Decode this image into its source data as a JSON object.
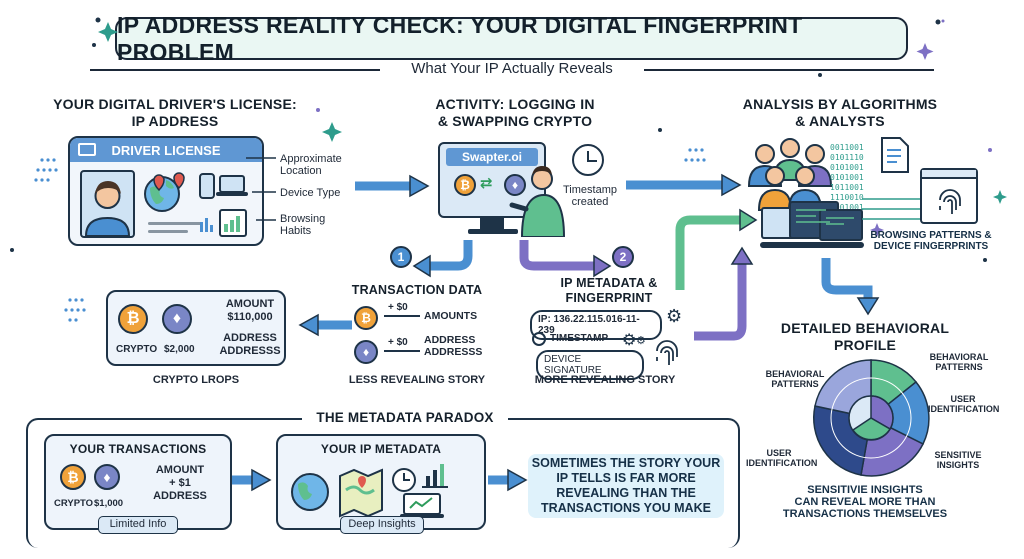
{
  "header": {
    "title": "IP ADDRESS REALITY CHECK: YOUR DIGITAL FINGERPRINT PROBLEM",
    "subtitle": "What Your IP Actually Reveals"
  },
  "license_section": {
    "heading_line1": "YOUR DIGITAL DRIVER'S LICENSE:",
    "heading_line2": "IP ADDRESS",
    "card_title": "DRIVER LICENSE",
    "labels": [
      "Approximate Location",
      "Device Type",
      "Browsing Habits"
    ]
  },
  "activity_section": {
    "heading_line1": "ACTIVITY: LOGGING IN",
    "heading_line2": "& SWAPPING CRYPTO",
    "site_name": "Swapter.oi",
    "timestamp_label": "Timestamp created"
  },
  "analysis_section": {
    "heading_line1": "ANALYSIS BY ALGORITHMS",
    "heading_line2": "& ANALYSTS",
    "binary": [
      "0011001",
      "0101110",
      "0101001",
      "0101001",
      "1011001",
      "1110010",
      "0001001"
    ],
    "caption": "BROWSING PATTERNS & DEVICE FINGERPRINTS"
  },
  "steps": {
    "one": "1",
    "two": "2"
  },
  "transaction_data": {
    "heading": "TRANSACTION DATA",
    "rows": [
      {
        "delta": "+ $0",
        "text": "AMOUNTS"
      },
      {
        "delta": "+ $0",
        "text": "ADDRESS ADDRESSS"
      }
    ],
    "caption": "LESS REVEALING STORY"
  },
  "ip_metadata": {
    "heading_line1": "IP METADATA &",
    "heading_line2": "FINGERPRINT",
    "ip": "IP: 136.22.115.016-11-239",
    "timestamp": "TIMESTAMP",
    "device": "DEVICE SIGNATURE",
    "caption": "MORE REVEALING STORY"
  },
  "crypto_drops": {
    "crypto_label": "CRYPTO",
    "eth_amount": "$2,000",
    "amount_line1": "AMOUNT",
    "amount_line2": "$110,000",
    "address_line1": "ADDRESS",
    "address_line2": "ADDRESSS",
    "caption": "CRYPTO LROPS"
  },
  "profile": {
    "heading_line1": "DETAILED BEHAVIORAL",
    "heading_line2": "PROFILE",
    "labels": {
      "behavioral_patterns_left": "BEHAVIORAL PATTERNS",
      "behavioral_patterns_right": "BEHAVIORAL PATTERNS",
      "user_identification_right": "USER IDENTIFICATION",
      "user_identification_left": "USER IDENTIFICATION",
      "sensitive_insights": "SENSITIVE INSIGHTS"
    },
    "caption_line1": "SENSITIVIE INSIGHTS",
    "caption_line2": "CAN REVEAL MORE THAN",
    "caption_line3": "TRANSACTIONS THEMSELVES"
  },
  "paradox": {
    "heading": "THE METADATA PARADOX",
    "transactions": {
      "title": "YOUR TRANSACTIONS",
      "crypto_label": "CRYPTO",
      "eth_amount": "$1,000",
      "amount_line1": "AMOUNT",
      "amount_line2": "+ $1",
      "amount_line3": "ADDRESS",
      "tag": "Limited Info"
    },
    "metadata": {
      "title": "YOUR IP METADATA",
      "tag": "Deep Insights"
    },
    "conclusion": "SOMETIMES THE STORY YOUR IP TELLS IS FAR MORE REVEALING THAN THE TRANSACTIONS YOU MAKE"
  },
  "colors": {
    "navy": "#1e3347",
    "blue_arrow": "#4a8fd1",
    "green_arrow": "#5fbf8f",
    "purple_arrow": "#7d70c4",
    "bitcoin": "#f0a23a",
    "ethereum": "#7a86c6"
  }
}
